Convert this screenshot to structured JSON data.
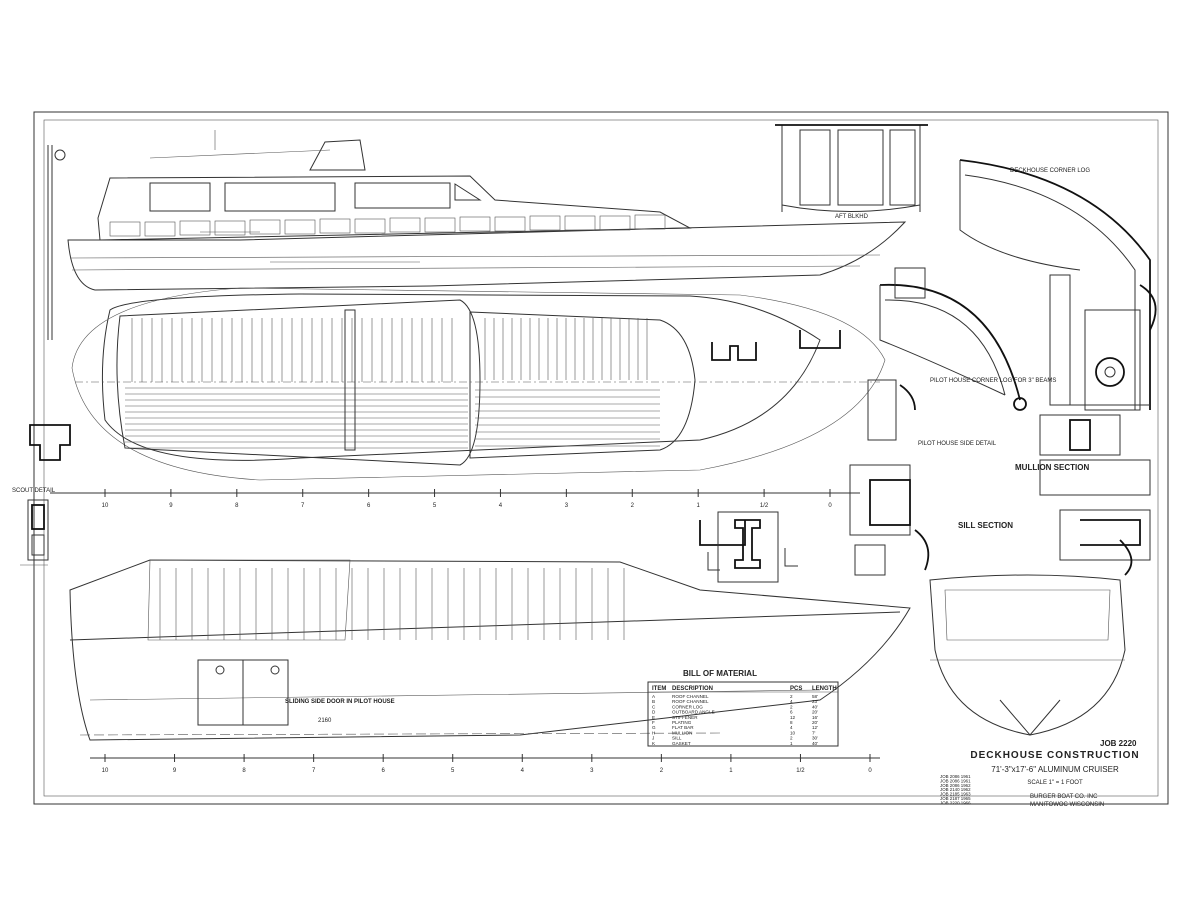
{
  "drawing": {
    "title": "DECKHOUSE CONSTRUCTION",
    "subtitle": "71'-3\"x17'-6\" ALUMINUM CRUISER",
    "scale": "SCALE 1\" = 1 FOOT",
    "job_number": "JOB 2220",
    "maker_line_1": "BURGER BOAT CO. INC",
    "maker_line_2": "MANITOWOC WISCONSIN",
    "revisions": [
      "JOB 2086 1961",
      "JOB 2086 1961",
      "JOB 2086 1962",
      "JOB 2140 1962",
      "JOB 2185 1963",
      "JOB 2187 1965",
      "JOB 2220 1966"
    ]
  },
  "labels": {
    "aft_bkhd": "AFT BLKHD",
    "deckhouse_corner_log": "DECKHOUSE CORNER LOG",
    "pilot_house_corner_log": "PILOT HOUSE CORNER LOG FOR 3\" BEAMS",
    "pilot_house_side_detail": "PILOT HOUSE SIDE DETAIL",
    "mullion_section": "MULLION SECTION",
    "sill_section": "SILL SECTION",
    "scout_detail": "SCOUT DETAIL",
    "sliding_side_door": "SLIDING SIDE DOOR IN PILOT HOUSE",
    "door_ref": "2160",
    "bill_of_material": "BILL OF MATERIAL"
  },
  "bill_of_material": {
    "headers": [
      "ITEM",
      "DESCRIPTION",
      "PCS",
      "LENGTH"
    ],
    "rows": [
      [
        "A",
        "ROOF CHANNEL",
        "2",
        "58'"
      ],
      [
        "B",
        "ROOF CHANNEL",
        "4",
        "23'"
      ],
      [
        "C",
        "CORNER LOG",
        "2",
        "40'"
      ],
      [
        "D",
        "OUTBOARD ANGLE",
        "6",
        "20'"
      ],
      [
        "E",
        "STIFFENER",
        "12",
        "16'"
      ],
      [
        "F",
        "PLATING",
        "8",
        "20'"
      ],
      [
        "G",
        "FLAT BAR",
        "4",
        "12'"
      ],
      [
        "H",
        "MULLION",
        "10",
        "7'"
      ],
      [
        "J",
        "SILL",
        "2",
        "30'"
      ],
      [
        "K",
        "GASKET",
        "1",
        "40'"
      ]
    ]
  },
  "frame_numbers_upper": [
    "10",
    "9",
    "8",
    "7",
    "6",
    "5",
    "4",
    "3",
    "2",
    "1",
    "1/2",
    "0"
  ],
  "frame_numbers_lower": [
    "10",
    "9",
    "8",
    "7",
    "6",
    "5",
    "4",
    "3",
    "2",
    "1",
    "1/2",
    "0"
  ]
}
